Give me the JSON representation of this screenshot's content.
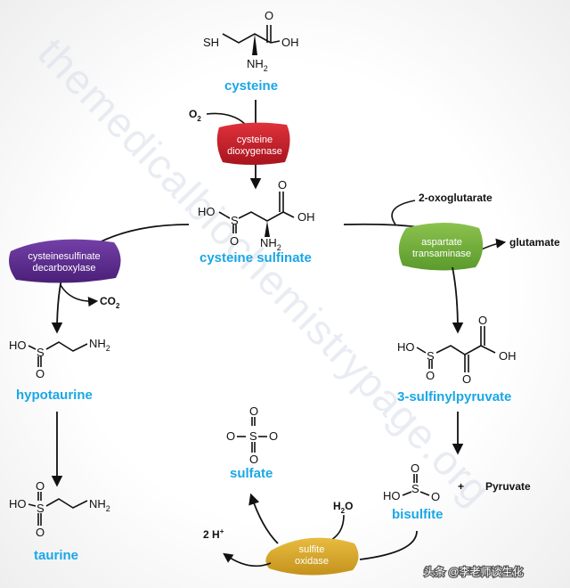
{
  "watermark": "themedicalbiochemistrypage.org",
  "credit": "头条 @李老师谈生化",
  "compounds": {
    "cysteine": "cysteine",
    "cysteine_sulfinate": "cysteine sulfinate",
    "hypotaurine": "hypotaurine",
    "taurine": "taurine",
    "sulfinylpyruvate": "3-sulfinylpyruvate",
    "bisulfite": "bisulfite",
    "sulfate": "sulfate"
  },
  "enzymes": {
    "cdo_line1": "cysteine",
    "cdo_line2": "dioxygenase",
    "csd_line1": "cysteinesulfinate",
    "csd_line2": "decarboxylase",
    "ast_line1": "aspartate",
    "ast_line2": "transaminase",
    "so_line1": "sulfite",
    "so_line2": "oxidase"
  },
  "side_species": {
    "o2": "O",
    "o2_sub": "2",
    "co2": "CO",
    "co2_sub": "2",
    "oxoglutarate": "2-oxoglutarate",
    "glutamate": "glutamate",
    "plus": "+",
    "pyruvate": "Pyruvate",
    "water": "H",
    "water_sub": "2",
    "water_o": "O",
    "protons": "2 H",
    "protons_sup": "+"
  },
  "atoms": {
    "SH": "SH",
    "OH": "OH",
    "O": "O",
    "HO": "HO",
    "S": "S",
    "NH": "NH",
    "sub2": "2"
  },
  "colors": {
    "compound_name": "#1aa7e6",
    "cdo": "#c81e2b",
    "csd": "#5b2d8e",
    "ast": "#6fae3a",
    "so": "#d4a328"
  }
}
